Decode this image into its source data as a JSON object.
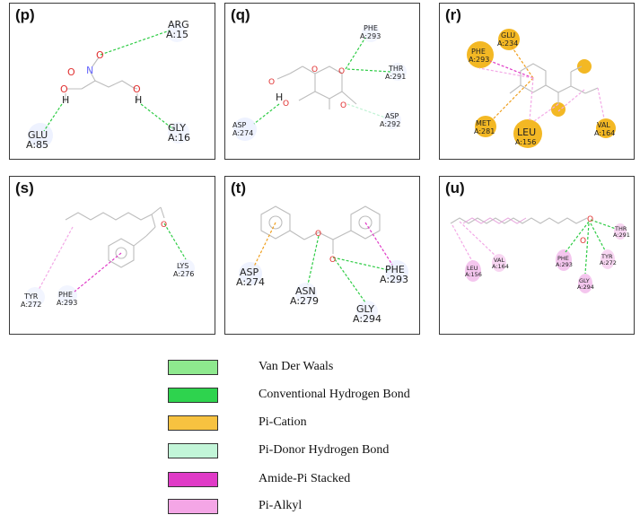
{
  "panels": {
    "p": {
      "label": "(p)",
      "residues": [
        {
          "name": "ARG",
          "id": "A:15"
        },
        {
          "name": "GLU",
          "id": "A:85"
        },
        {
          "name": "GLY",
          "id": "A:16"
        }
      ],
      "atoms": [
        "O",
        "N",
        "O",
        "H",
        "O",
        "H"
      ]
    },
    "q": {
      "label": "(q)",
      "residues": [
        {
          "name": "PHE",
          "id": "A:293"
        },
        {
          "name": "THR",
          "id": "A:291"
        },
        {
          "name": "ASP",
          "id": "A:274"
        },
        {
          "name": "ASP",
          "id": "A:292"
        }
      ],
      "atoms": [
        "O",
        "O",
        "O",
        "O",
        "H",
        "O"
      ]
    },
    "r": {
      "label": "(r)",
      "residues": [
        {
          "name": "PHE",
          "id": "A:293"
        },
        {
          "name": "GLU",
          "id": "A:234"
        },
        {
          "name": "MET",
          "id": "A:281"
        },
        {
          "name": "LEU",
          "id": "A:156"
        },
        {
          "name": "VAL",
          "id": "A:164"
        }
      ]
    },
    "s": {
      "label": "(s)",
      "residues": [
        {
          "name": "TYR",
          "id": "A:272"
        },
        {
          "name": "PHE",
          "id": "A:293"
        },
        {
          "name": "LYS",
          "id": "A:276"
        }
      ]
    },
    "t": {
      "label": "(t)",
      "residues": [
        {
          "name": "ASP",
          "id": "A:274"
        },
        {
          "name": "ASN",
          "id": "A:279"
        },
        {
          "name": "PHE",
          "id": "A:293"
        },
        {
          "name": "GLY",
          "id": "A:294"
        }
      ]
    },
    "u": {
      "label": "(u)",
      "residues": [
        {
          "name": "LEU",
          "id": "A:156"
        },
        {
          "name": "VAL",
          "id": "A:164"
        },
        {
          "name": "PHE",
          "id": "A:293"
        },
        {
          "name": "TYR",
          "id": "A:272"
        },
        {
          "name": "GLY",
          "id": "A:294"
        },
        {
          "name": "THR",
          "id": "A:291"
        }
      ]
    }
  },
  "legend": [
    {
      "label": "Van Der Waals",
      "color": "#8ee98e"
    },
    {
      "label": "Conventional Hydrogen Bond",
      "color": "#2ed34e"
    },
    {
      "label": "Pi-Cation",
      "color": "#f7c240"
    },
    {
      "label": "Pi-Donor Hydrogen Bond",
      "color": "#c2f5d8"
    },
    {
      "label": "Amide-Pi Stacked",
      "color": "#e03bc7"
    },
    {
      "label": "Pi-Alkyl",
      "color": "#f4a6e6"
    }
  ]
}
